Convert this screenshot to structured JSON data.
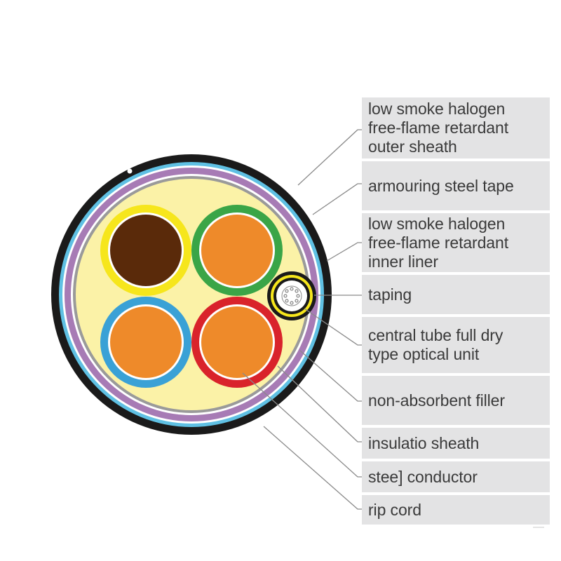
{
  "labels": [
    "low smoke halogen\nfree-flame retardant\nouter sheath",
    "armouring steel tape",
    "low smoke halogen\nfree-flame retardant\ninner liner",
    "taping",
    "central tube full dry\ntype optical unit",
    "non-absorbent filler",
    "insulatio sheath",
    "stee] conductor",
    "rip cord"
  ],
  "colors": {
    "outer_sheath": "#1a1a1a",
    "armour_tape": "#5fc0e3",
    "inner_liner": "#a77bb5",
    "filler": "#fbf2a7",
    "label_background": "#e3e3e4",
    "leader_line": "#8a8a8a",
    "conductor_brown": "#5a2a0a",
    "conductor_orange": "#ee8a2a",
    "insulation_yellow": "#f6e61c",
    "insulation_green": "#3aa547",
    "insulation_blue": "#3aa1d6",
    "insulation_red": "#d9232b"
  },
  "cores": [
    {
      "name": "brown-core",
      "insulation": "insulation_yellow",
      "conductor": "conductor_brown"
    },
    {
      "name": "green-core",
      "insulation": "insulation_green",
      "conductor": "conductor_orange"
    },
    {
      "name": "blue-core",
      "insulation": "insulation_blue",
      "conductor": "conductor_orange"
    },
    {
      "name": "red-core",
      "insulation": "insulation_red",
      "conductor": "conductor_orange"
    }
  ]
}
